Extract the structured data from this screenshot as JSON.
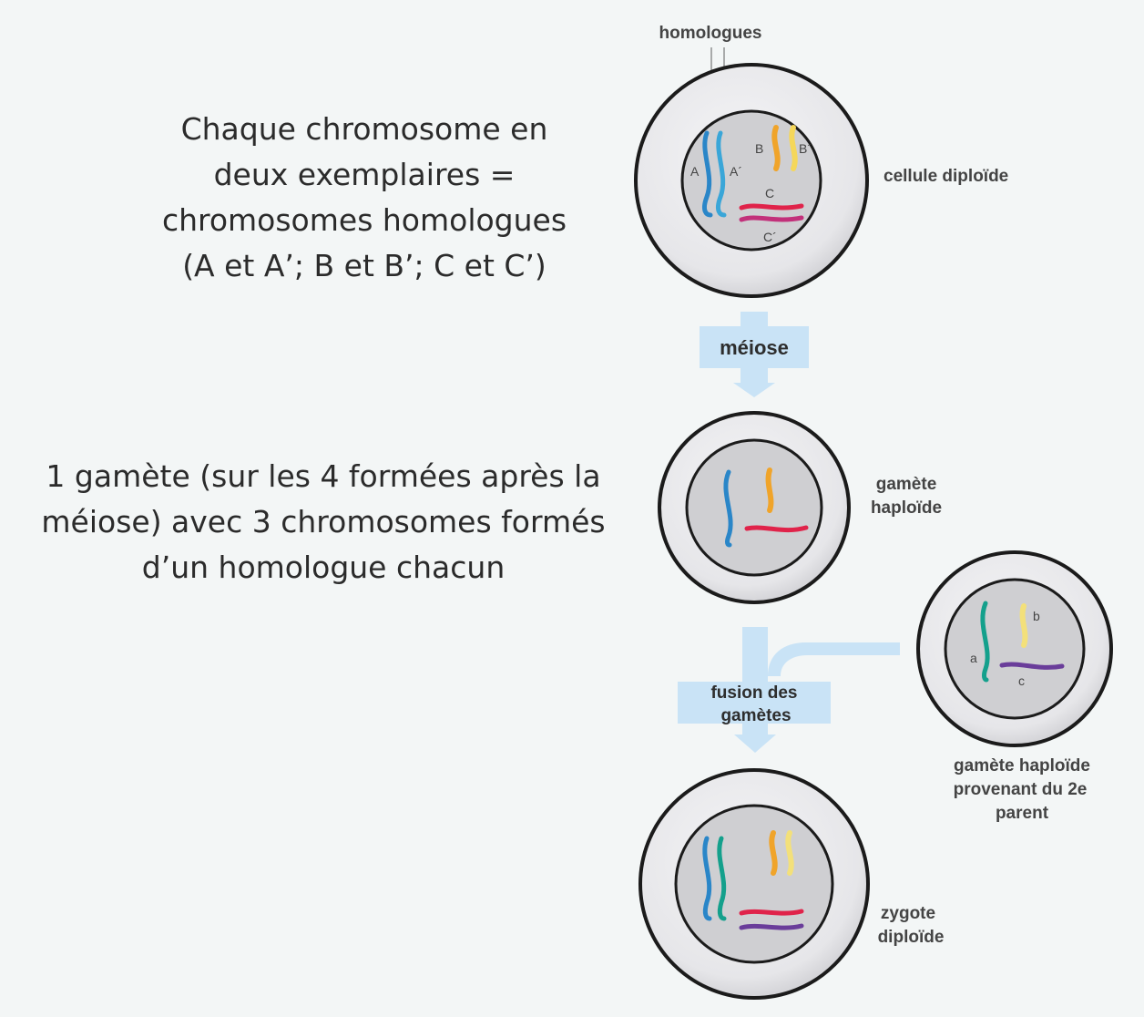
{
  "left_text": {
    "intro_lines": [
      "Chaque chromosome en",
      "deux exemplaires =",
      "chromosomes homologues",
      "(A et A’; B et B’; C et C’)"
    ],
    "gamete_lines": [
      "1 gamète (sur les 4 formées après la",
      "méiose) avec 3 chromosomes formés",
      "d’un homologue chacun"
    ]
  },
  "diagram": {
    "homologues_label": "homologues",
    "cell_diploid_label": "cellule diploïde",
    "meiosis_label": "méiose",
    "gamete_haploid_label": [
      "gamète",
      "haploïde"
    ],
    "fusion_label": [
      "fusion des",
      "gamètes"
    ],
    "second_parent_label": [
      "gamète haploïde",
      "provenant du 2e",
      "parent"
    ],
    "zygote_label": [
      "zygote",
      "diploïde"
    ],
    "chromosome_labels": {
      "A": "A",
      "A_prime": "A´",
      "B": "B",
      "B_prime": "B´",
      "C": "C",
      "C_prime": "C´",
      "a": "a",
      "b": "b",
      "c": "c"
    },
    "colors": {
      "A": "#2a86c8",
      "A_prime": "#3aa6d8",
      "B": "#f0a42a",
      "B_prime": "#f5d75a",
      "C": "#e0234a",
      "C_prime": "#c2307a",
      "a": "#14a08c",
      "b": "#f3e07a",
      "c": "#6a3d9a",
      "arrow": "#c9e3f6",
      "cell_outer": "#e8e8ea",
      "cell_inner": "#cfcfd2"
    }
  }
}
